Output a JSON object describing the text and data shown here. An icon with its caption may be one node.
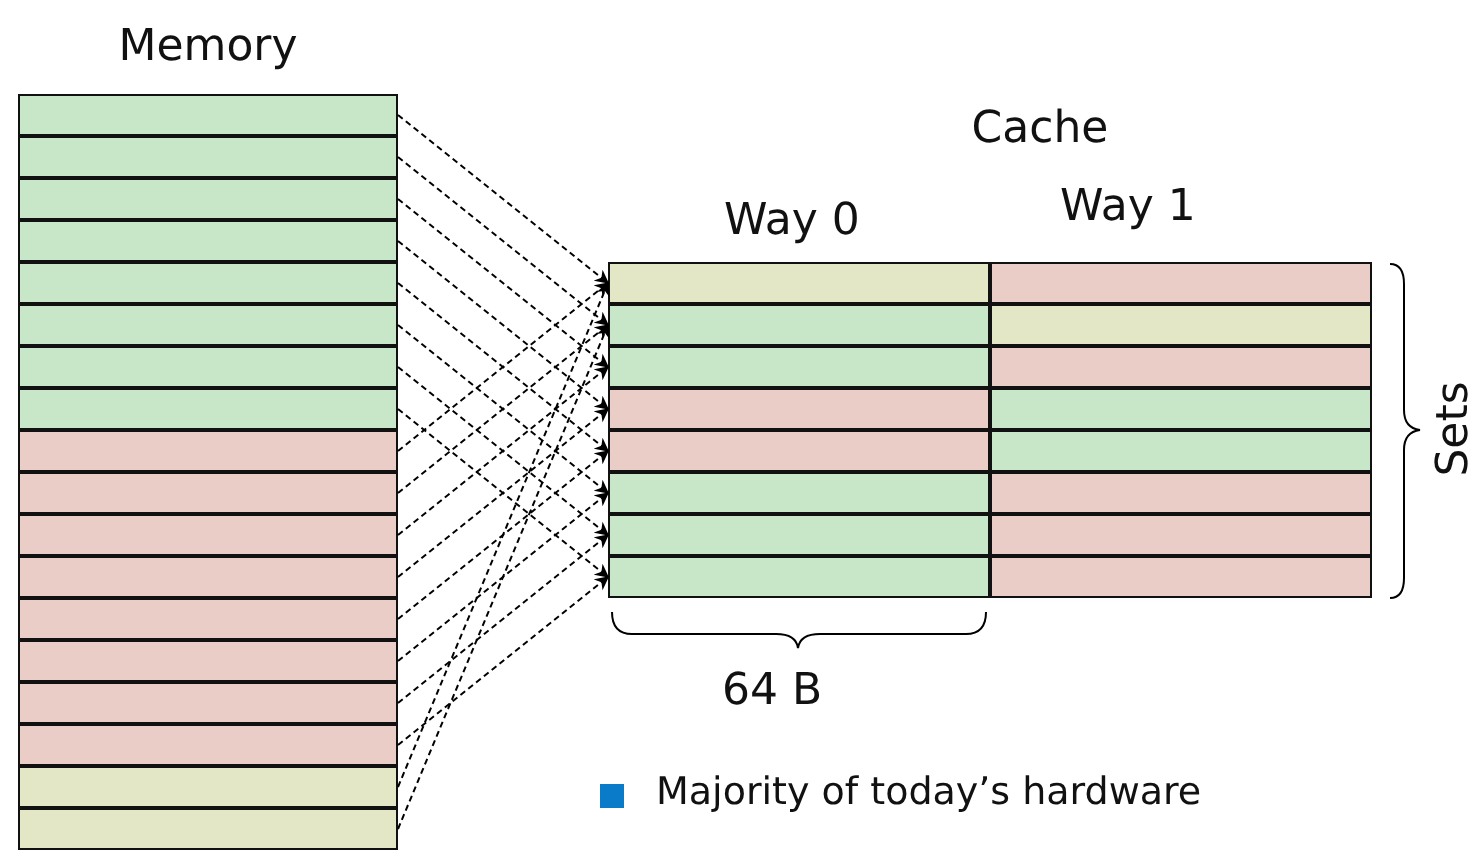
{
  "diagram": {
    "nodes": [
      {
        "text": [
          "Memory"
        ]
      },
      {
        "text": [],
        "shape": "box",
        "in": 0
      },
      {
        "text": [],
        "shape": "box",
        "in": 0
      },
      {
        "text": [],
        "shape": "box",
        "in": 0
      },
      {
        "text": [],
        "shape": "box",
        "in": 0
      },
      {
        "text": [],
        "shape": "box",
        "in": 0
      },
      {
        "text": [],
        "shape": "box",
        "in": 0
      },
      {
        "text": [],
        "shape": "box",
        "in": 0
      },
      {
        "text": [],
        "shape": "box",
        "in": 0
      },
      {
        "text": [],
        "shape": "box",
        "in": 0
      },
      {
        "text": [],
        "shape": "box",
        "in": 0
      },
      {
        "text": [],
        "shape": "box",
        "in": 0
      },
      {
        "text": [],
        "shape": "box",
        "in": 0
      },
      {
        "text": [],
        "shape": "box",
        "in": 0
      },
      {
        "text": [],
        "shape": "box",
        "in": 0
      },
      {
        "text": [],
        "shape": "box",
        "in": 0
      },
      {
        "text": [],
        "shape": "box",
        "in": 0
      },
      {
        "text": [],
        "shape": "box",
        "in": 0
      },
      {
        "text": [],
        "shape": "box",
        "in": 0
      },
      {
        "text": [
          "Cache"
        ]
      },
      {
        "text": [],
        "shape": "box",
        "in": 19
      },
      {
        "text": [],
        "shape": "box",
        "in": 19
      },
      {
        "text": [],
        "shape": "box",
        "in": 19
      },
      {
        "text": [],
        "shape": "box",
        "in": 19
      },
      {
        "text": [],
        "shape": "box",
        "in": 19
      },
      {
        "text": [],
        "shape": "box",
        "in": 19
      },
      {
        "text": [],
        "shape": "box",
        "in": 19
      },
      {
        "text": [],
        "shape": "box",
        "in": 19
      },
      {
        "text": [],
        "shape": "box",
        "in": 19
      },
      {
        "text": [],
        "shape": "box",
        "in": 19
      },
      {
        "text": [],
        "shape": "box",
        "in": 19
      },
      {
        "text": [],
        "shape": "box",
        "in": 19
      },
      {
        "text": [],
        "shape": "box",
        "in": 19
      },
      {
        "text": [],
        "shape": "box",
        "in": 19
      },
      {
        "text": [],
        "shape": "box",
        "in": 19
      },
      {
        "text": [],
        "shape": "box",
        "in": 19
      }
    ],
    "edges": [
      {
        "from": 1,
        "to": 20,
        "arrow": "to",
        "style": "dashed"
      },
      {
        "from": 2,
        "to": 22,
        "arrow": "to",
        "style": "dashed"
      },
      {
        "from": 3,
        "to": 24,
        "arrow": "to",
        "style": "dashed"
      },
      {
        "from": 4,
        "to": 26,
        "arrow": "to",
        "style": "dashed"
      },
      {
        "from": 5,
        "to": 28,
        "arrow": "to",
        "style": "dashed"
      },
      {
        "from": 6,
        "to": 30,
        "arrow": "to",
        "style": "dashed"
      },
      {
        "from": 7,
        "to": 32,
        "arrow": "to",
        "style": "dashed"
      },
      {
        "from": 8,
        "to": 34,
        "arrow": "to",
        "style": "dashed"
      },
      {
        "from": 9,
        "to": 20,
        "arrow": "to",
        "style": "dashed"
      },
      {
        "from": 10,
        "to": 22,
        "arrow": "to",
        "style": "dashed"
      },
      {
        "from": 11,
        "to": 24,
        "arrow": "to",
        "style": "dashed"
      },
      {
        "from": 12,
        "to": 26,
        "arrow": "to",
        "style": "dashed"
      },
      {
        "from": 13,
        "to": 28,
        "arrow": "to",
        "style": "dashed"
      },
      {
        "from": 14,
        "to": 30,
        "arrow": "to",
        "style": "dashed"
      },
      {
        "from": 15,
        "to": 32,
        "arrow": "to",
        "style": "dashed"
      },
      {
        "from": 16,
        "to": 34,
        "arrow": "to",
        "style": "dashed"
      },
      {
        "from": 17,
        "to": 20,
        "arrow": "to",
        "style": "dashed"
      },
      {
        "from": 18,
        "to": 22,
        "arrow": "to",
        "style": "dashed"
      }
    ],
    "labels": [
      "Way 0",
      "Way 1",
      "Sets",
      "64 B",
      "Majority of today’s hardware"
    ]
  }
}
